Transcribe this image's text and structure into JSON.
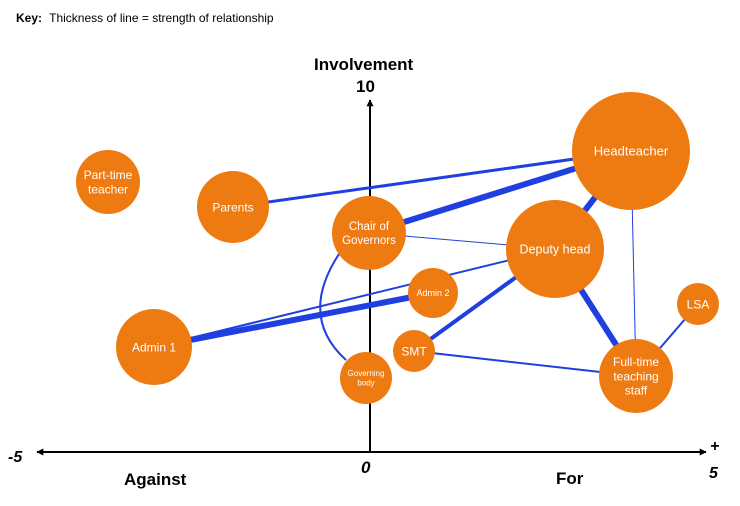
{
  "key": {
    "label": "Key:",
    "text": "Thickness of line = strength of relationship"
  },
  "axes": {
    "y_title": "Involvement",
    "y_max": "10",
    "x_min": "-5",
    "x_zero": "0",
    "x_plus": "+",
    "x_max": "5",
    "x_left_label": "Against",
    "x_right_label": "For"
  },
  "colors": {
    "node": "#EE7B11",
    "link": "#1F3FE0",
    "axis": "#000000"
  },
  "nodes": [
    {
      "id": "headteacher",
      "label": [
        "Headteacher"
      ]
    },
    {
      "id": "parttime",
      "label": [
        "Part-time",
        "teacher"
      ]
    },
    {
      "id": "parents",
      "label": [
        "Parents"
      ]
    },
    {
      "id": "chair",
      "label": [
        "Chair of",
        "Governors"
      ]
    },
    {
      "id": "deputy",
      "label": [
        "Deputy head"
      ]
    },
    {
      "id": "admin2",
      "label": [
        "Admin 2"
      ]
    },
    {
      "id": "admin1",
      "label": [
        "Admin 1"
      ]
    },
    {
      "id": "lsa",
      "label": [
        "LSA"
      ]
    },
    {
      "id": "smt",
      "label": [
        "SMT"
      ]
    },
    {
      "id": "governing",
      "label": [
        "Governing",
        "body"
      ]
    },
    {
      "id": "fulltime",
      "label": [
        "Full-time",
        "teaching",
        "staff"
      ]
    }
  ],
  "links": [
    {
      "from": "parents",
      "to": "headteacher",
      "strength": 3
    },
    {
      "from": "chair",
      "to": "headteacher",
      "strength": 6
    },
    {
      "from": "chair",
      "to": "deputy",
      "strength": 1
    },
    {
      "from": "deputy",
      "to": "headteacher",
      "strength": 6
    },
    {
      "from": "headteacher",
      "to": "fulltime",
      "strength": 1
    },
    {
      "from": "admin1",
      "to": "deputy",
      "strength": 2
    },
    {
      "from": "admin1",
      "to": "admin2",
      "strength": 6
    },
    {
      "from": "smt",
      "to": "deputy",
      "strength": 4
    },
    {
      "from": "smt",
      "to": "fulltime",
      "strength": 2
    },
    {
      "from": "deputy",
      "to": "fulltime",
      "strength": 6
    },
    {
      "from": "lsa",
      "to": "fulltime",
      "strength": 2
    },
    {
      "from": "chair",
      "to": "governing",
      "strength": 2,
      "curved": true
    }
  ]
}
